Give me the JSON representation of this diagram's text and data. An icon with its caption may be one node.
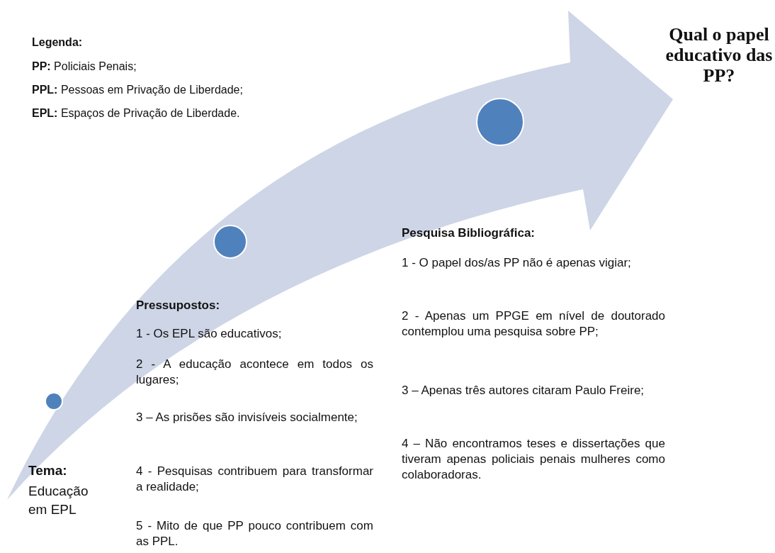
{
  "diagram": {
    "nodes": [
      {
        "text": [],
        "shape": "circle"
      },
      {
        "text": [],
        "shape": "circle"
      },
      {
        "text": [],
        "shape": "circle"
      }
    ],
    "labels": [
      "Legenda:",
      "**PP:** Policiais Penais;",
      "**PPL:** Pessoas em Privação de Liberdade;",
      "**EPL:** Espaços de Privação de Liberdade.",
      "Qual o papel educativo das PP?",
      "Pesquisa Bibliográfica:",
      "1 - O papel dos/as PP não é apenas vigiar;",
      "Pressupostos:",
      "2 - Apenas um PPGE em nível de doutorado contemplou uma pesquisa sobre PP;",
      "1 - Os EPL são educativos;",
      "2 - A educação acontece em todos os lugares;",
      "3 – Apenas três autores citaram Paulo Freire;",
      "3 – As prisões são invisíveis socialmente;",
      "4 – Não encontramos teses e dissertações que tiveram apenas policiais penais mulheres como colaboradoras.",
      "Tema:",
      "4 - Pesquisas contribuem para transformar a realidade;",
      "Educação em EPL",
      "5 - Mito de que PP pouco contribuem com as PPL."
    ]
  }
}
